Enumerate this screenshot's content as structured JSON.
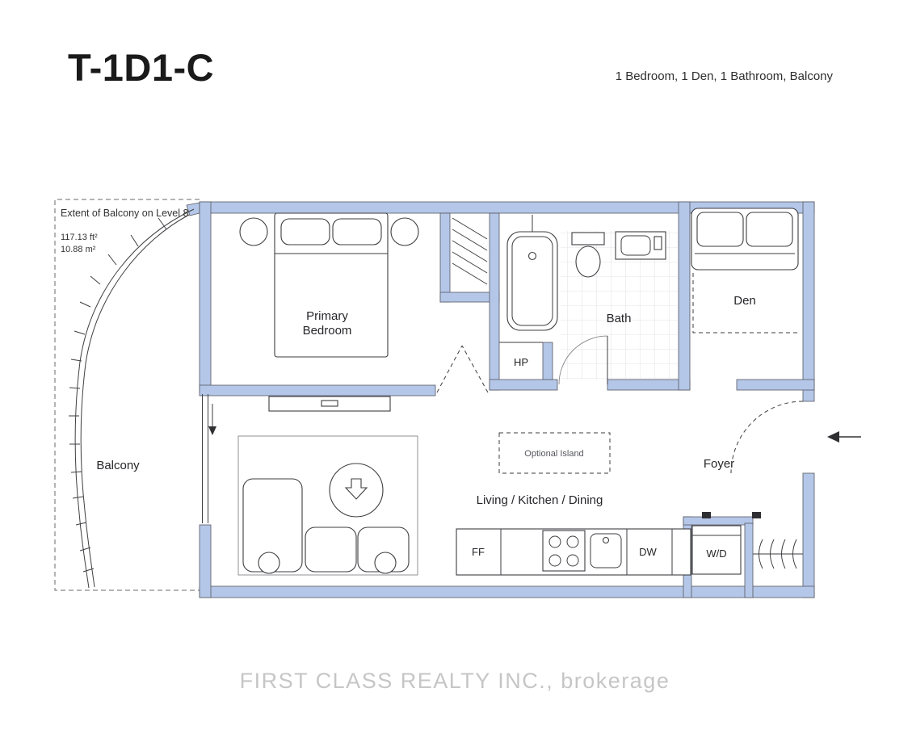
{
  "header": {
    "plan_code": "T-1D1-C",
    "summary": "1 Bedroom, 1 Den, 1 Bathroom, Balcony"
  },
  "balcony": {
    "extent_note": "Extent of Balcony on Level 8",
    "area_ft2": "117.13 ft²",
    "area_m2": "10.88 m²",
    "label": "Balcony"
  },
  "labels": {
    "primary_line1": "Primary",
    "primary_line2": "Bedroom",
    "bath": "Bath",
    "den": "Den",
    "hp": "HP",
    "foyer": "Foyer",
    "living": "Living / Kitchen / Dining",
    "optional_island": "Optional Island",
    "fridge": "FF",
    "dishwasher": "DW",
    "washer_dryer": "W/D"
  },
  "watermark": "FIRST CLASS REALTY INC., brokerage",
  "colors": {
    "wall_fill": "#b5c7e8",
    "line": "#3e3e42",
    "watermark": "#c6c6c6"
  }
}
